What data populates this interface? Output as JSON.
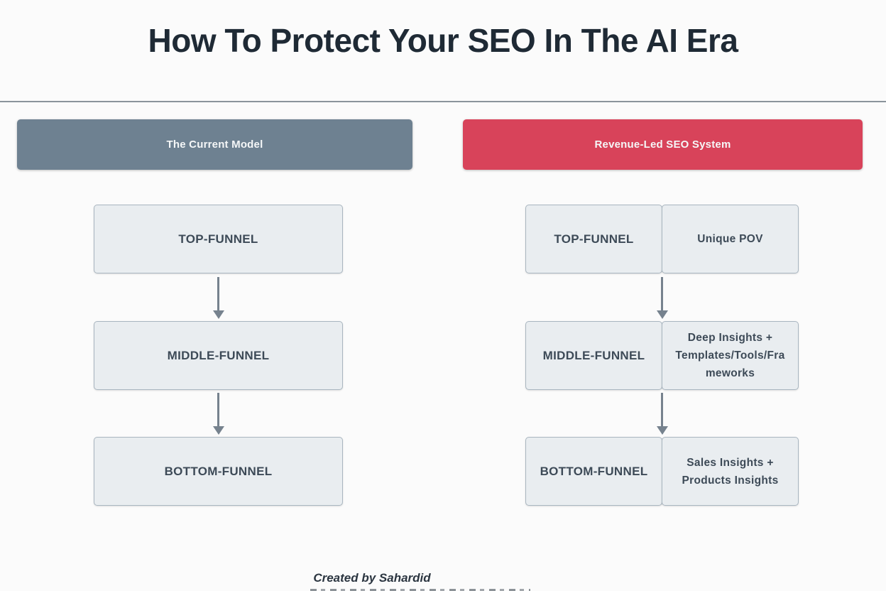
{
  "page": {
    "title": "How To Protect Your SEO In The AI Era",
    "footer_credit": "Created by Sahardid"
  },
  "left_column": {
    "header": "The Current Model",
    "boxes": [
      "TOP-FUNNEL",
      "MIDDLE-FUNNEL",
      "BOTTOM-FUNNEL"
    ]
  },
  "right_column": {
    "header": "Revenue-Led SEO System",
    "rows": [
      {
        "funnel": "TOP-FUNNEL",
        "value": "Unique POV"
      },
      {
        "funnel": "MIDDLE-FUNNEL",
        "value": "Deep Insights + Templates/Tools/Frameworks"
      },
      {
        "funnel": "BOTTOM-FUNNEL",
        "value": "Sales Insights + Products Insights"
      }
    ]
  },
  "colors": {
    "left_header_bg": "#6e8191",
    "right_header_bg": "#d8435a",
    "box_bg": "#e9edf0",
    "box_border": "#a9b6c0",
    "arrow_color": "#76828e",
    "title_color": "#1f2a35",
    "box_text": "#3d4a57",
    "header_text": "#f5f7f8",
    "footer_text": "#2b3540",
    "divider": "#8b949c",
    "page_bg": "#fbfbfb"
  }
}
